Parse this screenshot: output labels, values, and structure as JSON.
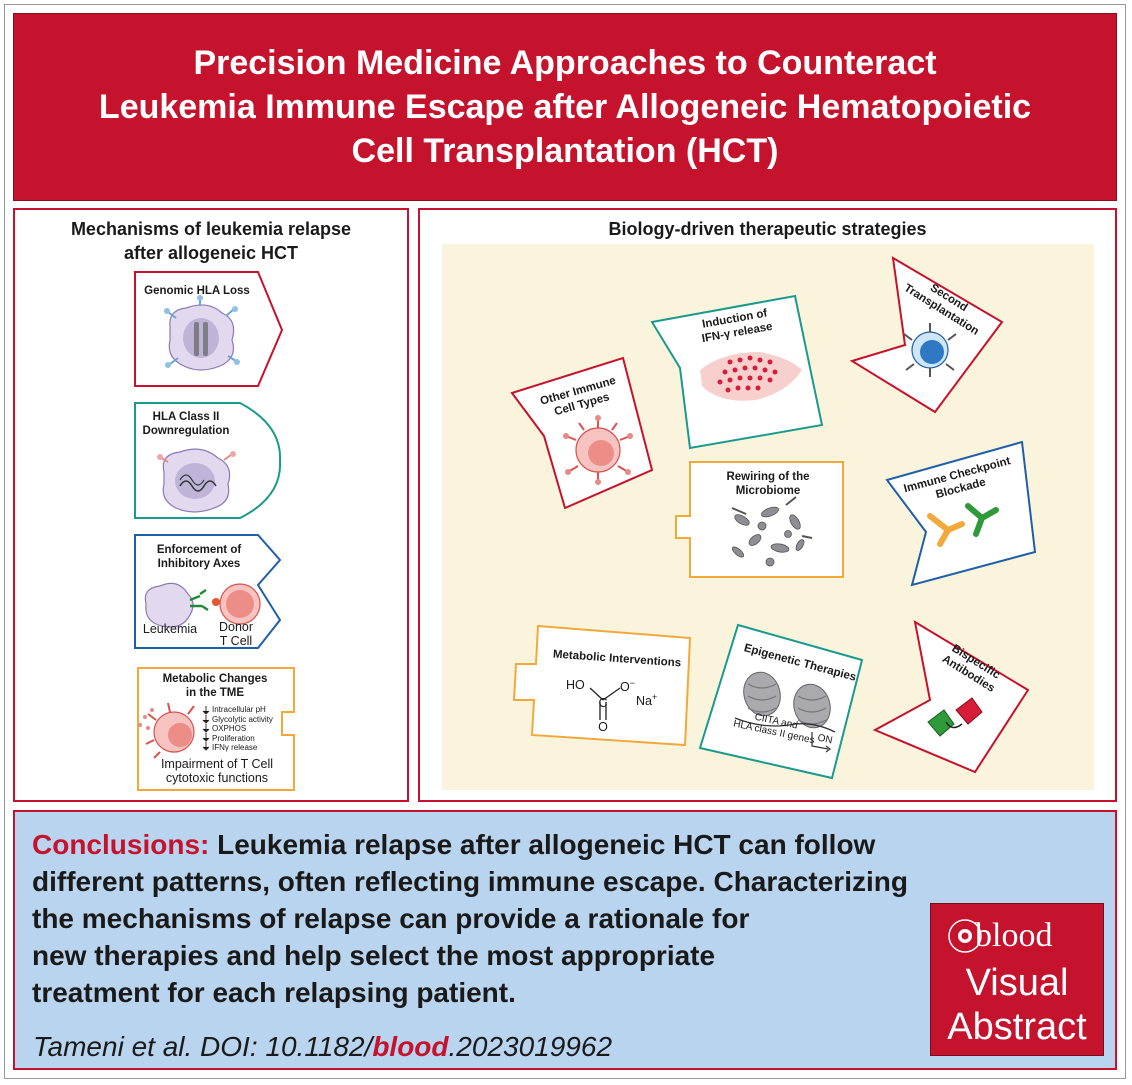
{
  "title": {
    "line1": "Precision Medicine Approaches to Counteract",
    "line2": "Leukemia Immune Escape after Allogeneic Hematopoietic",
    "line3": "Cell Transplantation (HCT)"
  },
  "left_panel": {
    "heading_line1": "Mechanisms of leukemia relapse",
    "heading_line2": "after allogeneic HCT",
    "cards": [
      {
        "label": "Genomic HLA Loss"
      },
      {
        "label_line1": "HLA Class II",
        "label_line2": "Downregulation"
      },
      {
        "label_line1": "Enforcement of",
        "label_line2": "Inhibitory Axes",
        "leukemia": "Leukemia",
        "donor_line1": "Donor",
        "donor_line2": "T Cell"
      },
      {
        "label_line1": "Metabolic Changes",
        "label_line2": "in the TME",
        "effects": [
          "Intracellular pH",
          "Glycolytic activity",
          "OXPHOS",
          "Proliferation",
          "IFNγ release"
        ],
        "caption_line1": "Impairment of T Cell",
        "caption_line2": "cytotoxic functions"
      }
    ]
  },
  "right_panel": {
    "heading": "Biology-driven therapeutic strategies",
    "strategies": {
      "ifn_line1": "Induction of",
      "ifn_line2": "IFN-γ release",
      "second_line1": "Second",
      "second_line2": "Transplantation",
      "other_line1": "Other Immune",
      "other_line2": "Cell Types",
      "rewiring_line1": "Rewiring of the",
      "rewiring_line2": "Microbiome",
      "checkpoint_line1": "Immune Checkpoint",
      "checkpoint_line2": "Blockade",
      "metabolic": "Metabolic Interventions",
      "epigenetic": "Epigenetic Therapies",
      "epi_genes_line1": "CIITA and",
      "epi_genes_line2": "HLA class II genes",
      "epi_on": "ON",
      "bispecific_line1": "Bispecific",
      "bispecific_line2": "Antibodies",
      "chem_ho": "HO",
      "chem_c": "C",
      "chem_o_minus": "O",
      "chem_o_bottom": "O",
      "chem_na": "Na"
    }
  },
  "conclusions": {
    "label": "Conclusions:",
    "line1": " Leukemia relapse after allogeneic HCT can follow",
    "line2": "different patterns, often reflecting immune escape. Characterizing",
    "line3": "the mechanisms of relapse can provide a rationale for",
    "line4": "new therapies and help select the most appropriate",
    "line5": "treatment for each relapsing patient."
  },
  "citation": {
    "prefix": "Tameni et al. DOI: 10.1182/",
    "journal": "blood",
    "suffix": ".2023019962"
  },
  "logo": {
    "blood": "blood",
    "line1": "Visual",
    "line2": "Abstract"
  },
  "colors": {
    "brand_red": "#c5122d",
    "teal": "#1a9a8c",
    "blue": "#1f5fa8",
    "orange": "#f2a93b",
    "conclusion_bg": "#b8d4ee",
    "canvas_bg": "#faf4dc"
  }
}
